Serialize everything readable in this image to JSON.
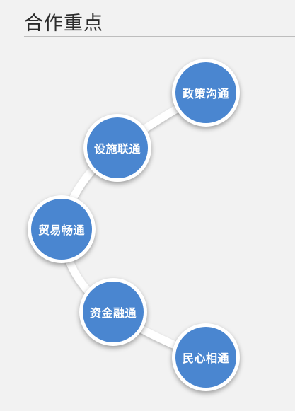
{
  "header": {
    "title": "合作重点"
  },
  "diagram": {
    "nodes": [
      {
        "label": "政策沟通"
      },
      {
        "label": "设施联通"
      },
      {
        "label": "贸易畅通"
      },
      {
        "label": "资金融通"
      },
      {
        "label": "民心相通"
      }
    ]
  }
}
